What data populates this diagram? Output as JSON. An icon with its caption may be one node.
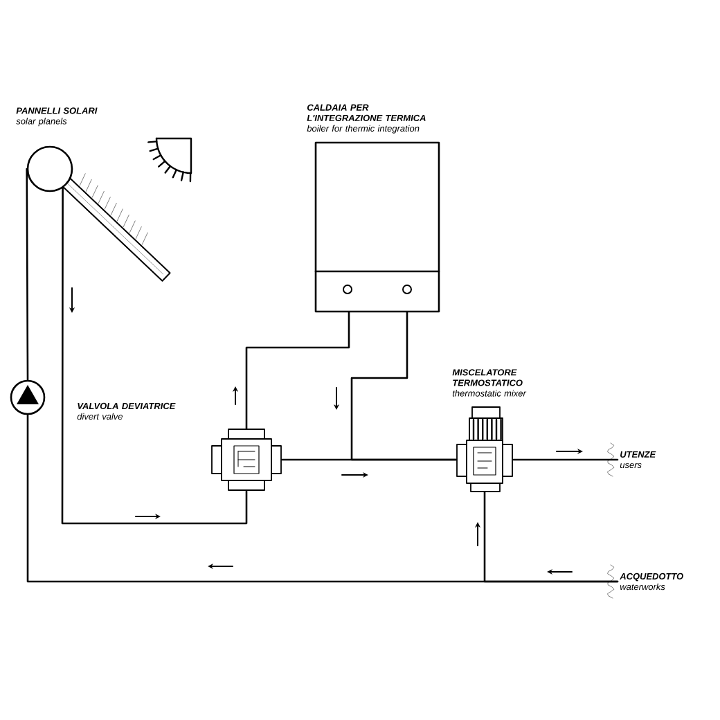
{
  "diagram": {
    "nodes": [
      {
        "text": [
          "PANNELLI SOLARI",
          "solar planels"
        ]
      },
      {
        "text": [
          "CALDAIA PER L'INTEGRAZIONE TERMICA",
          "boiler for thermic integration"
        ]
      },
      {
        "text": [],
        "shape": "circle"
      },
      {
        "text": [
          "VALVOLA DEVIATRICE",
          "divert valve"
        ]
      },
      {
        "text": [
          "MISCELATORE TERMOSTATICO",
          "thermostatic mixer"
        ]
      },
      {
        "text": [
          "UTENZE",
          "users"
        ]
      },
      {
        "text": [
          "ACQUEDOTTO",
          "waterworks"
        ]
      }
    ],
    "edges": [
      {
        "from": 0,
        "to": 3,
        "arrow": "none"
      },
      {
        "from": 1,
        "to": 3,
        "arrow": "none"
      },
      {
        "from": 3,
        "to": 4,
        "arrow": "none"
      },
      {
        "from": 1,
        "to": 4,
        "arrow": "none"
      },
      {
        "from": 4,
        "to": 5,
        "arrow": "none"
      },
      {
        "from": 6,
        "to": 4,
        "arrow": "none"
      },
      {
        "from": 6,
        "to": 2,
        "arrow": "none"
      },
      {
        "from": 2,
        "to": 0,
        "arrow": "none"
      }
    ]
  }
}
